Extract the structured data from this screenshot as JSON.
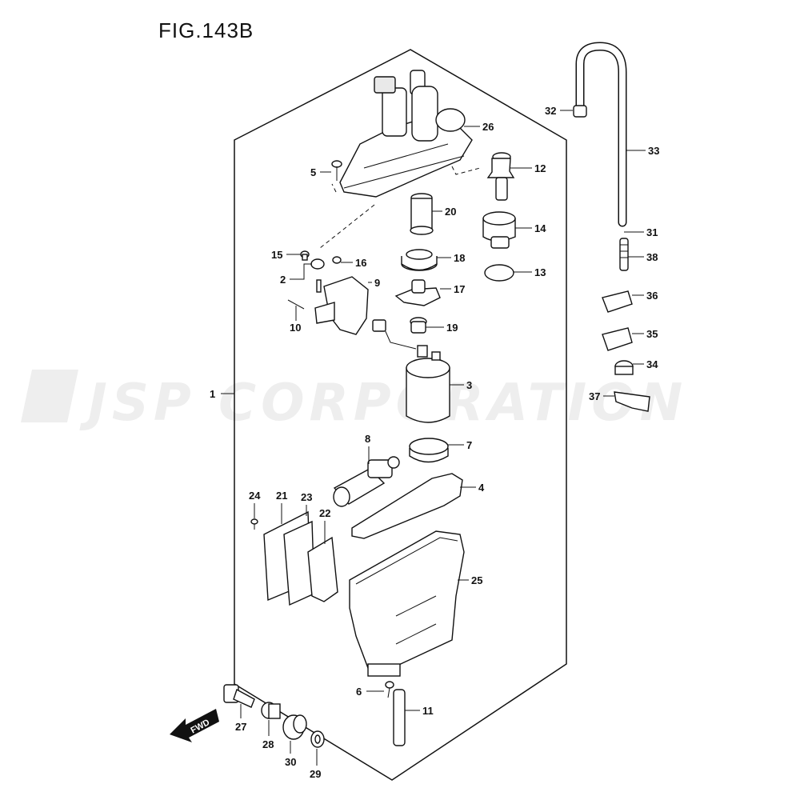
{
  "figure": {
    "title": "FIG.143B"
  },
  "watermark": {
    "text": "JSP CORPORATION"
  },
  "fwd_arrow": {
    "text": "FWD"
  },
  "callouts": [
    {
      "id": "1",
      "label": "1"
    },
    {
      "id": "2",
      "label": "2"
    },
    {
      "id": "3",
      "label": "3"
    },
    {
      "id": "4",
      "label": "4"
    },
    {
      "id": "5",
      "label": "5"
    },
    {
      "id": "6",
      "label": "6"
    },
    {
      "id": "7",
      "label": "7"
    },
    {
      "id": "8",
      "label": "8"
    },
    {
      "id": "9",
      "label": "9"
    },
    {
      "id": "10",
      "label": "10"
    },
    {
      "id": "11",
      "label": "11"
    },
    {
      "id": "12",
      "label": "12"
    },
    {
      "id": "13",
      "label": "13"
    },
    {
      "id": "14",
      "label": "14"
    },
    {
      "id": "15",
      "label": "15"
    },
    {
      "id": "16",
      "label": "16"
    },
    {
      "id": "17",
      "label": "17"
    },
    {
      "id": "18",
      "label": "18"
    },
    {
      "id": "19",
      "label": "19"
    },
    {
      "id": "20",
      "label": "20"
    },
    {
      "id": "21",
      "label": "21"
    },
    {
      "id": "22",
      "label": "22"
    },
    {
      "id": "23",
      "label": "23"
    },
    {
      "id": "24",
      "label": "24"
    },
    {
      "id": "25",
      "label": "25"
    },
    {
      "id": "26",
      "label": "26"
    },
    {
      "id": "27",
      "label": "27"
    },
    {
      "id": "28",
      "label": "28"
    },
    {
      "id": "29",
      "label": "29"
    },
    {
      "id": "30",
      "label": "30"
    },
    {
      "id": "31",
      "label": "31"
    },
    {
      "id": "32",
      "label": "32"
    },
    {
      "id": "33",
      "label": "33"
    },
    {
      "id": "34",
      "label": "34"
    },
    {
      "id": "35",
      "label": "35"
    },
    {
      "id": "36",
      "label": "36"
    },
    {
      "id": "37",
      "label": "37"
    },
    {
      "id": "38",
      "label": "38"
    }
  ]
}
